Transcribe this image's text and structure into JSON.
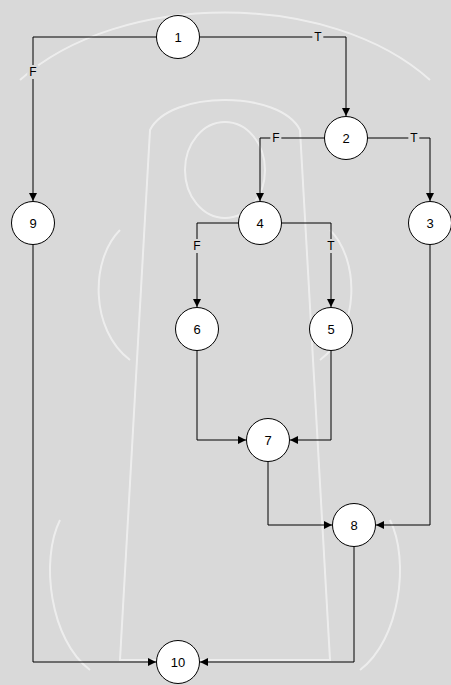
{
  "diagram": {
    "nodes": [
      {
        "text": [
          "1"
        ]
      },
      {
        "text": [
          "2"
        ]
      },
      {
        "text": [
          "3"
        ]
      },
      {
        "text": [
          "4"
        ]
      },
      {
        "text": [
          "5"
        ]
      },
      {
        "text": [
          "6"
        ]
      },
      {
        "text": [
          "7"
        ]
      },
      {
        "text": [
          "8"
        ]
      },
      {
        "text": [
          "9"
        ]
      },
      {
        "text": [
          "10"
        ]
      }
    ],
    "edges": [
      {
        "from": 0,
        "to": 1,
        "arrow": "to",
        "label": "T"
      },
      {
        "from": 0,
        "to": 8,
        "arrow": "to",
        "label": "F"
      },
      {
        "from": 1,
        "to": 2,
        "arrow": "to",
        "label": "T"
      },
      {
        "from": 1,
        "to": 3,
        "arrow": "to",
        "label": "F"
      },
      {
        "from": 3,
        "to": 4,
        "arrow": "to",
        "label": "T"
      },
      {
        "from": 3,
        "to": 5,
        "arrow": "to",
        "label": "F"
      },
      {
        "from": 2,
        "to": 7,
        "arrow": "to"
      },
      {
        "from": 4,
        "to": 6,
        "arrow": "to"
      },
      {
        "from": 5,
        "to": 6,
        "arrow": "to"
      },
      {
        "from": 6,
        "to": 7,
        "arrow": "to"
      },
      {
        "from": 7,
        "to": 9,
        "arrow": "to"
      },
      {
        "from": 8,
        "to": 9,
        "arrow": "to"
      }
    ]
  }
}
